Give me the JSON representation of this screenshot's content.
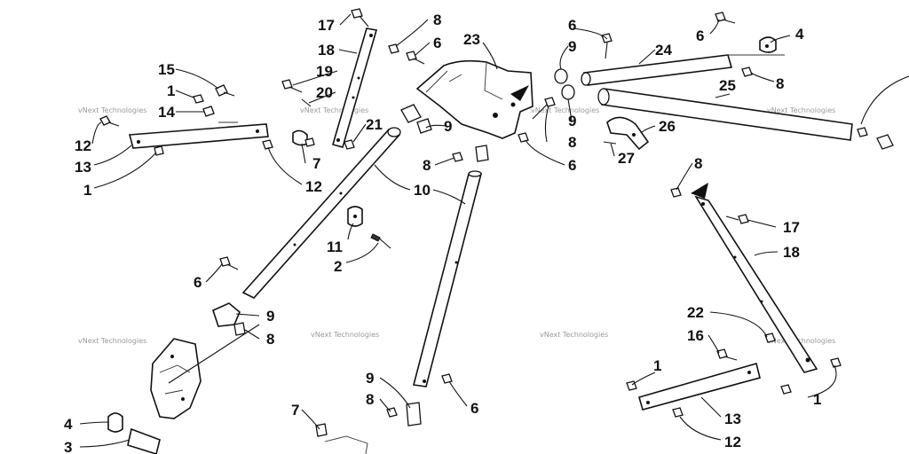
{
  "diagram": {
    "callouts": [
      {
        "id": "c17a",
        "text": "17"
      },
      {
        "id": "c18a",
        "text": "18"
      },
      {
        "id": "c19",
        "text": "19"
      },
      {
        "id": "c20",
        "text": "20"
      },
      {
        "id": "c21",
        "text": "21"
      },
      {
        "id": "c8a",
        "text": "8"
      },
      {
        "id": "c6a",
        "text": "6"
      },
      {
        "id": "c23",
        "text": "23"
      },
      {
        "id": "c6b",
        "text": "6"
      },
      {
        "id": "c9a",
        "text": "9"
      },
      {
        "id": "c24",
        "text": "24"
      },
      {
        "id": "c6c",
        "text": "6"
      },
      {
        "id": "c4a",
        "text": "4"
      },
      {
        "id": "c8b",
        "text": "8"
      },
      {
        "id": "c25",
        "text": "25"
      },
      {
        "id": "c15",
        "text": "15"
      },
      {
        "id": "c1a",
        "text": "1"
      },
      {
        "id": "c14",
        "text": "14"
      },
      {
        "id": "c12a",
        "text": "12"
      },
      {
        "id": "c13a",
        "text": "13"
      },
      {
        "id": "c1b",
        "text": "1"
      },
      {
        "id": "c7a",
        "text": "7"
      },
      {
        "id": "c12b",
        "text": "12"
      },
      {
        "id": "c9b",
        "text": "9"
      },
      {
        "id": "c8c",
        "text": "8"
      },
      {
        "id": "c9c",
        "text": "9"
      },
      {
        "id": "c8d",
        "text": "8"
      },
      {
        "id": "c26",
        "text": "26"
      },
      {
        "id": "c6d",
        "text": "6"
      },
      {
        "id": "c27",
        "text": "27"
      },
      {
        "id": "c10",
        "text": "10"
      },
      {
        "id": "c8e",
        "text": "8"
      },
      {
        "id": "c17b",
        "text": "17"
      },
      {
        "id": "c18b",
        "text": "18"
      },
      {
        "id": "c11",
        "text": "11"
      },
      {
        "id": "c2",
        "text": "2"
      },
      {
        "id": "c6e",
        "text": "6"
      },
      {
        "id": "c9d",
        "text": "9"
      },
      {
        "id": "c8f",
        "text": "8"
      },
      {
        "id": "c22",
        "text": "22"
      },
      {
        "id": "c16",
        "text": "16"
      },
      {
        "id": "c1c",
        "text": "1"
      },
      {
        "id": "c1d",
        "text": "1"
      },
      {
        "id": "c13b",
        "text": "13"
      },
      {
        "id": "c12c",
        "text": "12"
      },
      {
        "id": "c9e",
        "text": "9"
      },
      {
        "id": "c8g",
        "text": "8"
      },
      {
        "id": "c6f",
        "text": "6"
      },
      {
        "id": "c7b",
        "text": "7"
      },
      {
        "id": "c4b",
        "text": "4"
      },
      {
        "id": "c3",
        "text": "3"
      }
    ],
    "watermark": "vNext Technologies",
    "colors": {
      "ink": "#111111",
      "background": "#ffffff",
      "watermark": "#9a9a9a"
    }
  }
}
